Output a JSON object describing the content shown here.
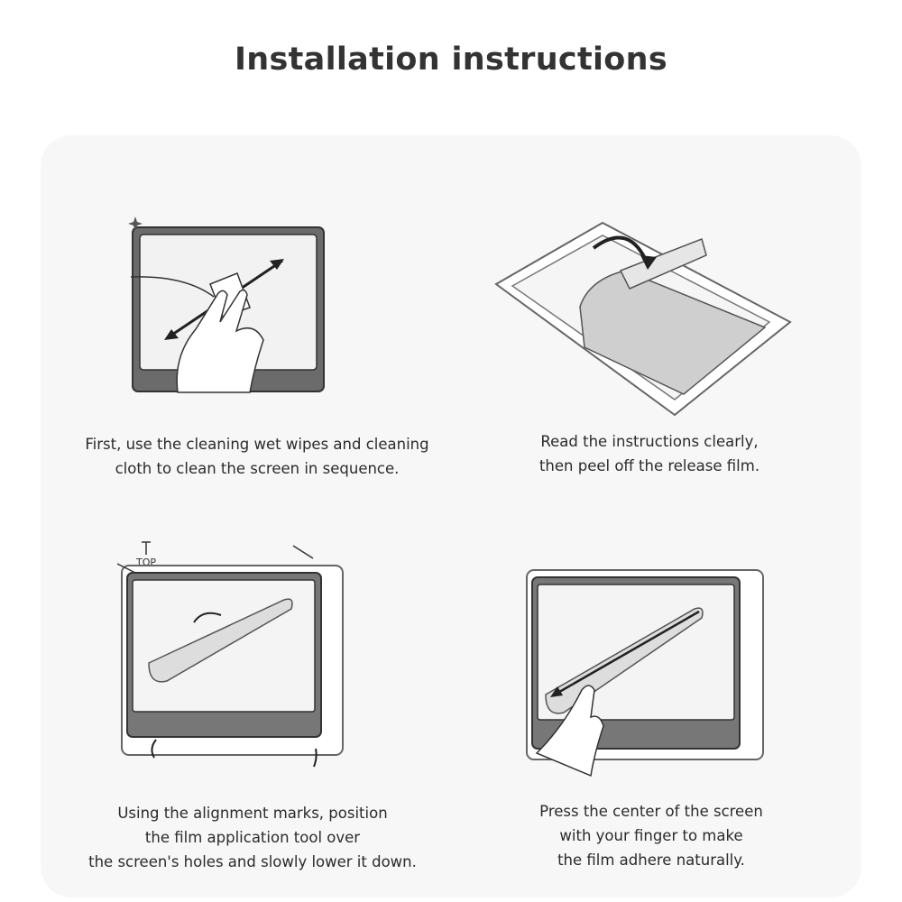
{
  "title": "Installation instructions",
  "steps": [
    {
      "lines": [
        "First, use the cleaning wet wipes and cleaning",
        "cloth to clean the screen in sequence."
      ],
      "icon": "clean-screen-illustration"
    },
    {
      "lines": [
        "Read the instructions clearly,",
        "then peel off the release film."
      ],
      "icon": "peel-film-illustration"
    },
    {
      "lines": [
        "Using the alignment marks, position",
        "the film application tool over",
        "the screen's holes and slowly lower it down."
      ],
      "icon": "align-tool-illustration",
      "mark_label": "TOP"
    },
    {
      "lines": [
        "Press the center of the screen",
        "with your finger to make",
        "the film adhere naturally."
      ],
      "icon": "press-finger-illustration"
    }
  ]
}
